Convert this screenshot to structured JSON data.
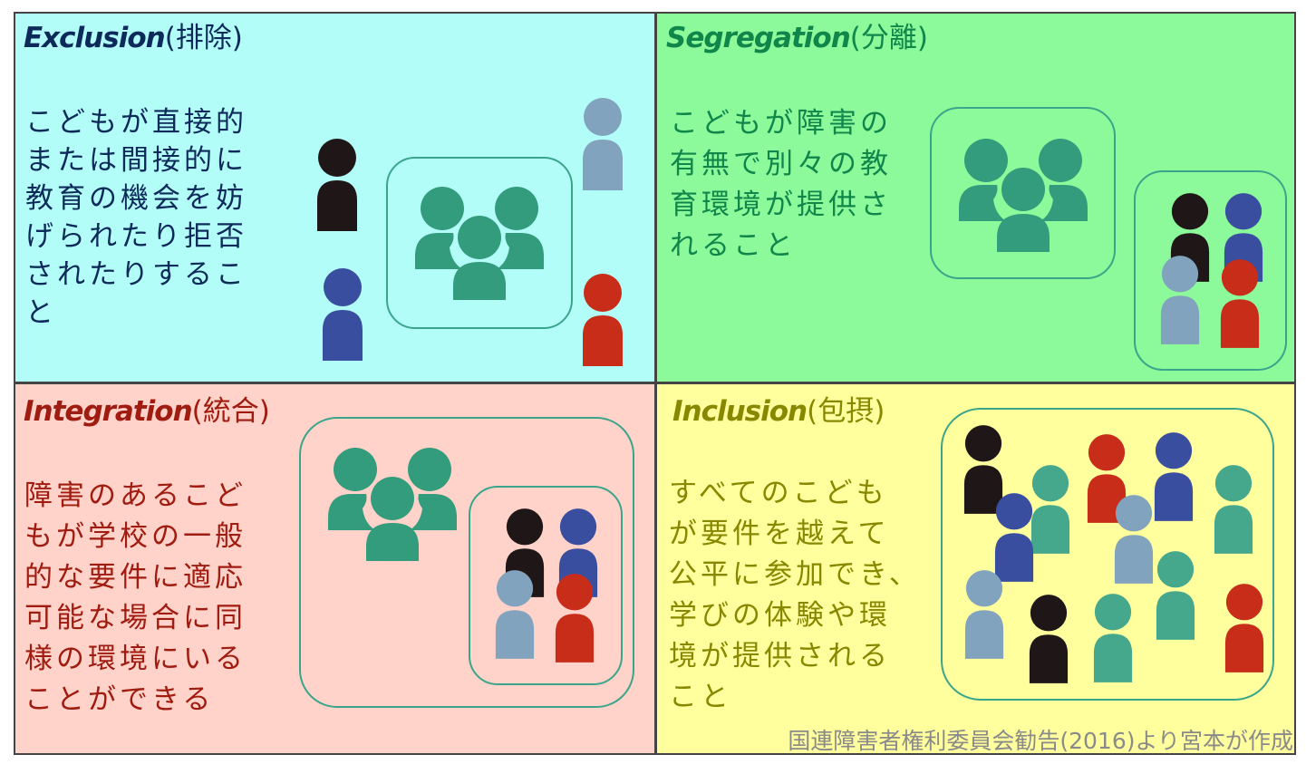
{
  "colors": {
    "exclusion_bg": "#b3fdf8",
    "segregation_bg": "#8cf99a",
    "integration_bg": "#ffd3c9",
    "inclusion_bg": "#ffff9e",
    "exclusion_text": "#0d2a5a",
    "segregation_text": "#10864a",
    "integration_text": "#a01b10",
    "inclusion_text": "#878700",
    "group": "#339c7c",
    "teal": "#45a88c",
    "black": "#1f1617",
    "blue": "#3a4ea0",
    "gray": "#82a3bd",
    "red": "#c82d1a"
  },
  "quadrants": {
    "exclusion": {
      "title_en": "Exclusion",
      "title_jp": "(排除)",
      "lines": [
        "こどもが直接的",
        "または間接的に",
        "教育の機会を妨",
        "げられたり拒否",
        "されたりするこ",
        "と"
      ]
    },
    "segregation": {
      "title_en": "Segregation",
      "title_jp": "(分離)",
      "lines": [
        "こどもが障害の",
        "有無で別々の教",
        "育環境が提供さ",
        "れること"
      ]
    },
    "integration": {
      "title_en": "Integration",
      "title_jp": "(統合)",
      "lines": [
        "障害のあるこど",
        "もが学校の一般",
        "的な要件に適応",
        "可能な場合に同",
        "様の環境にいる",
        "ことができる"
      ]
    },
    "inclusion": {
      "title_en": "Inclusion",
      "title_jp": "(包摂)",
      "lines": [
        "すべてのこども",
        "が要件を越えて",
        "公平に参加でき、",
        "学びの体験や環",
        "境が提供される",
        "こと"
      ]
    }
  },
  "footer": "国連障害者権利委員会勧告(2016)より宮本が作成"
}
